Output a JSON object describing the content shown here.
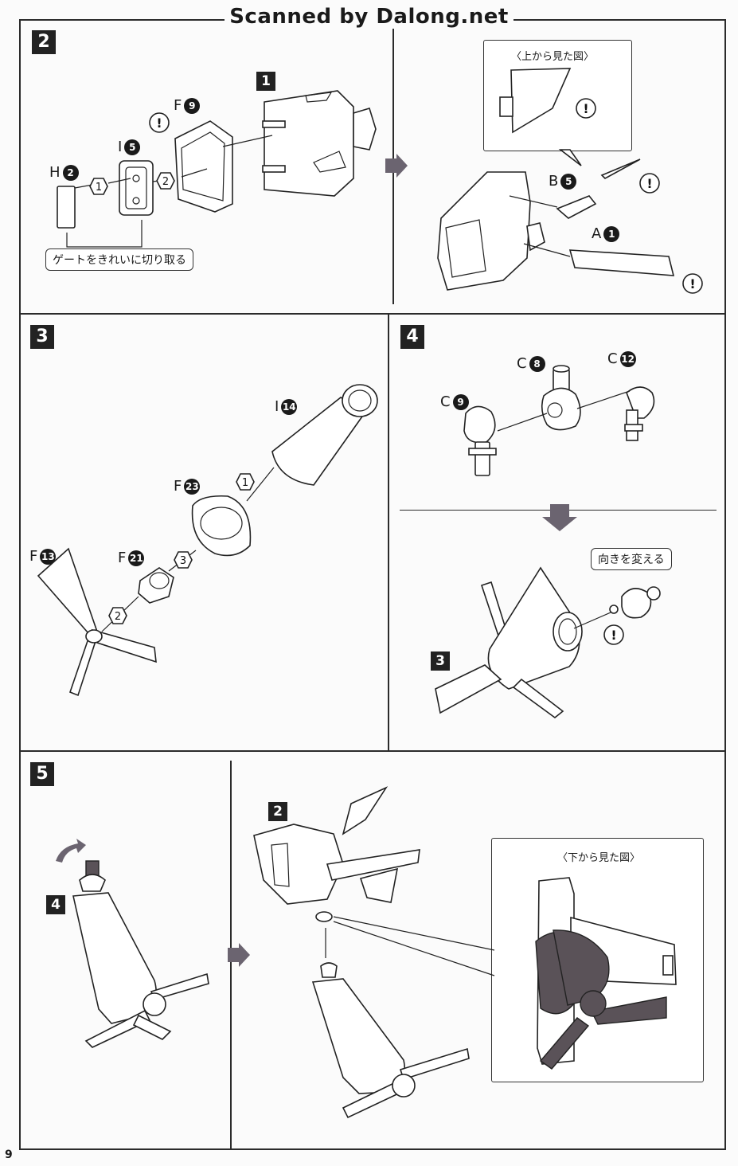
{
  "watermark": "Scanned by Dalong.net",
  "page_number": "9",
  "steps": {
    "s2": "2",
    "s3": "3",
    "s4": "4",
    "s5": "5"
  },
  "step2": {
    "ref_step": "1",
    "parts": [
      {
        "letter": "F",
        "num": "9"
      },
      {
        "letter": "I",
        "num": "5"
      },
      {
        "letter": "H",
        "num": "2"
      },
      {
        "letter": "B",
        "num": "5"
      },
      {
        "letter": "A",
        "num": "1"
      }
    ],
    "order": [
      "1",
      "2"
    ],
    "note": "ゲートをきれいに切り取る",
    "top_view_label": "〈上から見た図〉"
  },
  "step3": {
    "parts": [
      {
        "letter": "I",
        "num": "14"
      },
      {
        "letter": "F",
        "num": "23"
      },
      {
        "letter": "F",
        "num": "21"
      },
      {
        "letter": "F",
        "num": "13"
      }
    ],
    "order": [
      "1",
      "2",
      "3"
    ]
  },
  "step4": {
    "parts": [
      {
        "letter": "C",
        "num": "8"
      },
      {
        "letter": "C",
        "num": "12"
      },
      {
        "letter": "C",
        "num": "9"
      }
    ],
    "ref_step": "3",
    "note": "向きを変える"
  },
  "step5": {
    "ref_step_a": "4",
    "ref_step_b": "2",
    "bottom_view_label": "〈下から見た図〉"
  },
  "colors": {
    "line": "#222222",
    "arrow_gray": "#6b6470",
    "fill_dark": "#5a5258"
  },
  "icons": [
    "warning-icon",
    "arrow-right-icon",
    "arrow-down-icon",
    "rotate-arrow-icon"
  ]
}
